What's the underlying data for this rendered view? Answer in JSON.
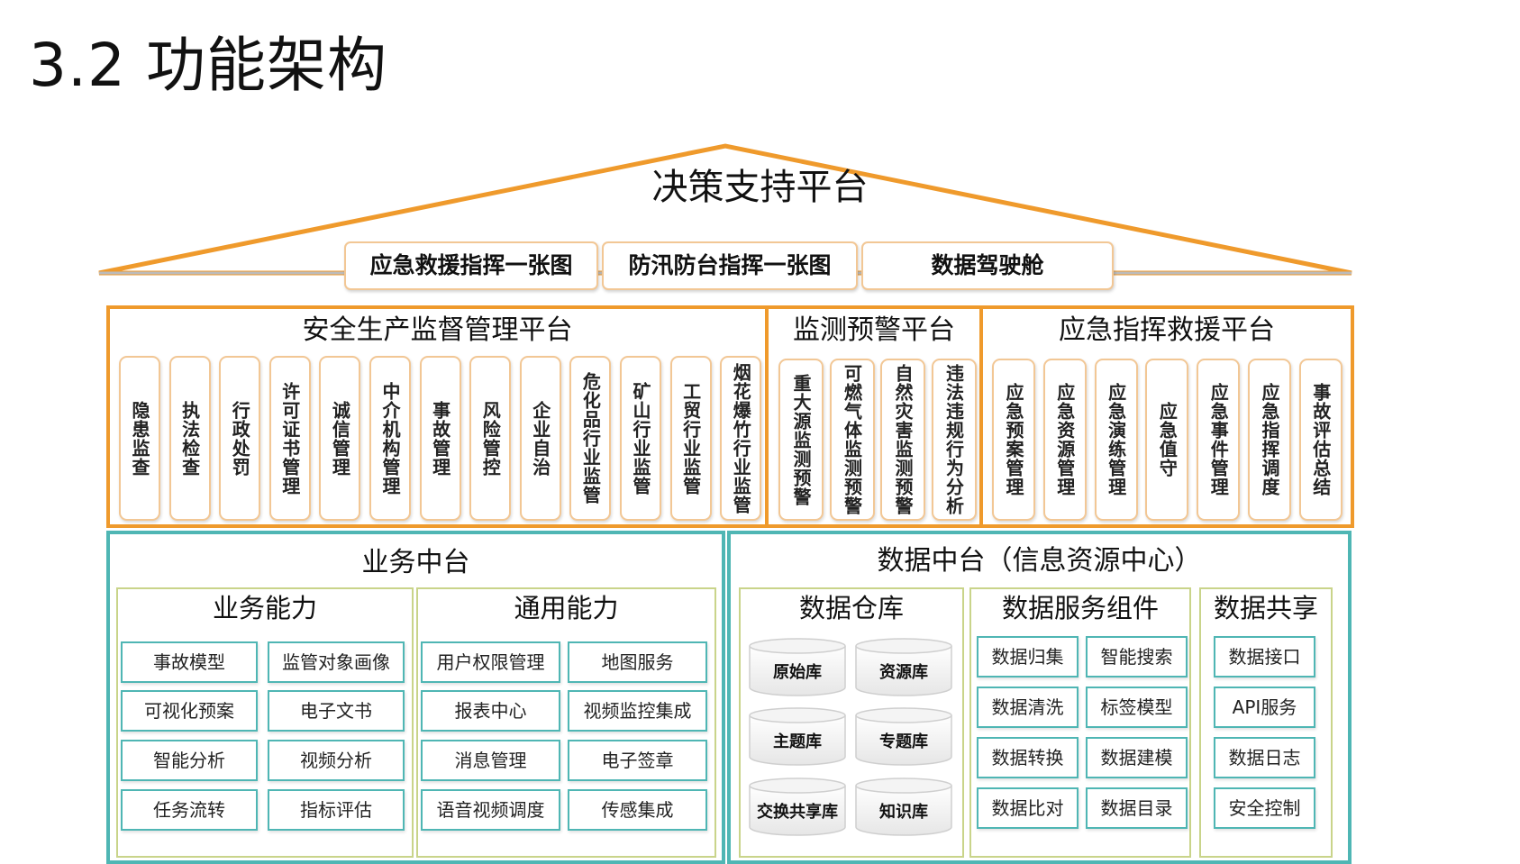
{
  "page_title": "3.2 功能架构",
  "decision_platform": {
    "title": "决策支持平台",
    "items": [
      "应急救援指挥一张图",
      "防汛防台指挥一张图",
      "数据驾驶舱"
    ]
  },
  "safety_platform": {
    "title": "安全生产监督管理平台",
    "items": [
      "隐患监查",
      "执法检查",
      "行政处罚",
      "许可证书管理",
      "诚信管理",
      "中介机构管理",
      "事故管理",
      "风险管控",
      "企业自治",
      "危化品行业监管",
      "矿山行业监管",
      "工贸行业监管",
      "烟花爆竹行业监管"
    ]
  },
  "monitor_platform": {
    "title": "监测预警平台",
    "items": [
      "重大源监测预警",
      "可燃气体监测预警",
      "自然灾害监测预警",
      "违法违规行为分析"
    ]
  },
  "emergency_platform": {
    "title": "应急指挥救援平台",
    "items": [
      "应急预案管理",
      "应急资源管理",
      "应急演练管理",
      "应急值守",
      "应急事件管理",
      "应急指挥调度",
      "事故评估总结"
    ]
  },
  "business_center": {
    "title": "业务中台",
    "business_ability": {
      "title": "业务能力",
      "items": [
        "事故模型",
        "监管对象画像",
        "可视化预案",
        "电子文书",
        "智能分析",
        "视频分析",
        "任务流转",
        "指标评估"
      ]
    },
    "general_ability": {
      "title": "通用能力",
      "items": [
        "用户权限管理",
        "地图服务",
        "报表中心",
        "视频监控集成",
        "消息管理",
        "电子签章",
        "语音视频调度",
        "传感集成"
      ]
    }
  },
  "data_center": {
    "title": "数据中台（信息资源中心）",
    "warehouse": {
      "title": "数据仓库",
      "items": [
        "原始库",
        "资源库",
        "主题库",
        "专题库",
        "交换共享库",
        "知识库"
      ]
    },
    "service_components": {
      "title": "数据服务组件",
      "items": [
        "数据归集",
        "智能搜索",
        "数据清洗",
        "标签模型",
        "数据转换",
        "数据建模",
        "数据比对",
        "数据目录"
      ]
    },
    "sharing": {
      "title": "数据共享",
      "items": [
        "数据接口",
        "API服务",
        "数据日志",
        "安全控制"
      ]
    }
  },
  "colors": {
    "orange": "#ef9a2c",
    "light_orange": "#f2c795",
    "teal": "#4fb6b4",
    "olive": "#c9d48a"
  }
}
